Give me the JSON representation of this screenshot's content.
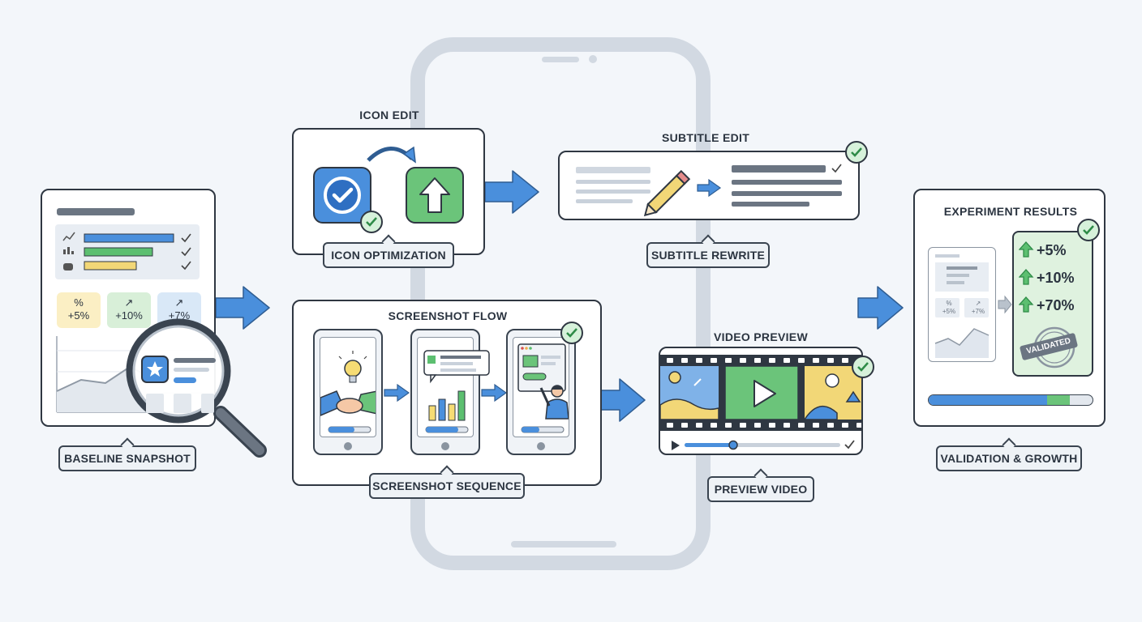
{
  "baseline": {
    "tag": "BASELINE SNAPSHOT",
    "metrics": [
      {
        "icon": "%",
        "value": "+5%"
      },
      {
        "icon": "↗",
        "value": "+10%"
      },
      {
        "icon": "↗",
        "value": "+7%"
      }
    ]
  },
  "icon_edit": {
    "title": "ICON EDIT",
    "tag": "ICON OPTIMIZATION"
  },
  "subtitle_edit": {
    "title": "SUBTITLE EDIT",
    "tag": "SUBTITLE REWRITE"
  },
  "screenshot_flow": {
    "title": "SCREENSHOT FLOW",
    "tag": "SCREENSHOT SEQUENCE"
  },
  "video_preview": {
    "title": "VIDEO PREVIEW",
    "tag": "PREVIEW VIDEO"
  },
  "results": {
    "title": "EXPERIMENT RESULTS",
    "tag": "VALIDATION & GROWTH",
    "thumb_metrics": [
      "%",
      "+5%",
      "↗",
      "+7%"
    ],
    "rows": [
      "+5%",
      "+10%",
      "+70%"
    ],
    "stamp": "VALIDATED",
    "progress": 0.86
  },
  "colors": {
    "accent_blue": "#4a8fdc",
    "check_green": "#5cbf70",
    "panel_border": "#2f3742"
  }
}
